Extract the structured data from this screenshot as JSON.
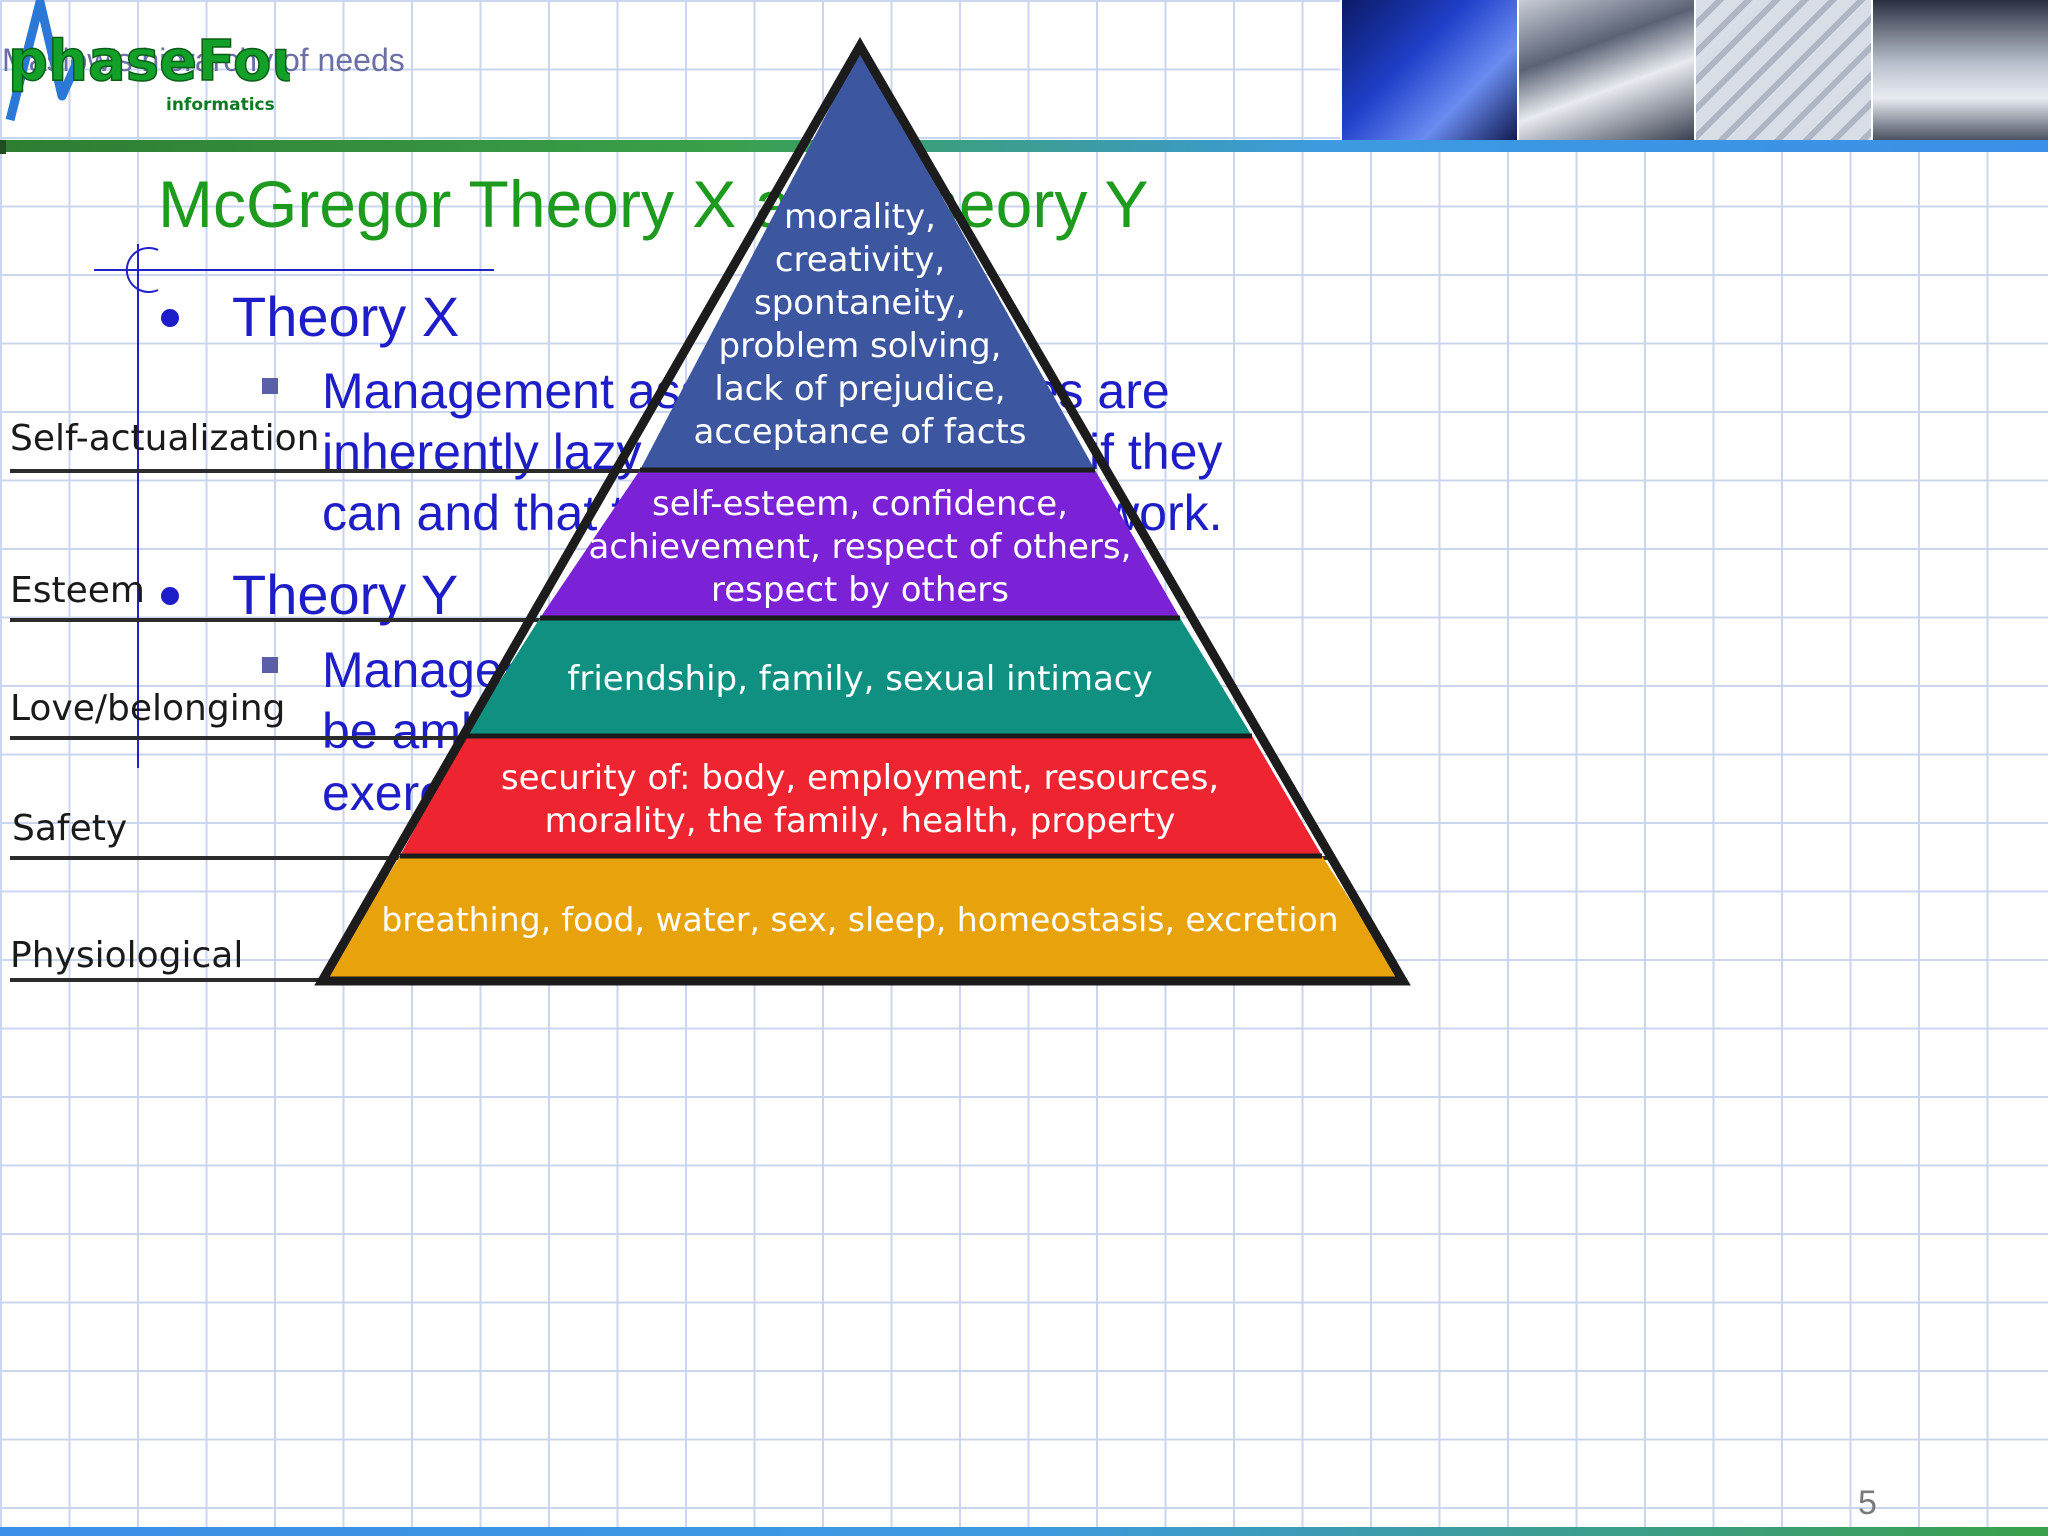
{
  "header": {
    "slide_subtitle": "Maslow's hierarchy of needs",
    "logo": {
      "name": "phaseFour",
      "tagline": "informatics"
    }
  },
  "title": "McGregor Theory X and Theory Y",
  "bullets": [
    {
      "heading": "Theory X",
      "lines": [
        "Management assumes employees are",
        "inherently lazy and will avoid work if they",
        "can and that they inherently dislike work."
      ]
    },
    {
      "heading": "Theory Y",
      "lines": [
        "Management assumes employees may",
        "be ambitious and self-motivated and",
        "exercise self-control."
      ]
    }
  ],
  "hierarchy_levels": [
    "Self-actualization",
    "Esteem",
    "Love/belonging",
    "Safety",
    "Physiological"
  ],
  "pyramid_tiers": [
    {
      "lines": [
        "morality,",
        "creativity,",
        "spontaneity,",
        "problem solving,",
        "lack of prejudice,",
        "acceptance of facts"
      ],
      "color": "#3d56a0"
    },
    {
      "lines": [
        "self-esteem, confidence,",
        "achievement, respect of others,",
        "respect by others"
      ],
      "color": "#7b22d6"
    },
    {
      "lines": [
        "friendship, family, sexual intimacy"
      ],
      "color": "#0f9080"
    },
    {
      "lines": [
        "security of: body, employment, resources,",
        "morality, the family, health, property"
      ],
      "color": "#ee2530"
    },
    {
      "lines": [
        "breathing, food, water, sex, sleep, homeostasis, excretion"
      ],
      "color": "#e8a20c"
    }
  ],
  "page_number": "5"
}
